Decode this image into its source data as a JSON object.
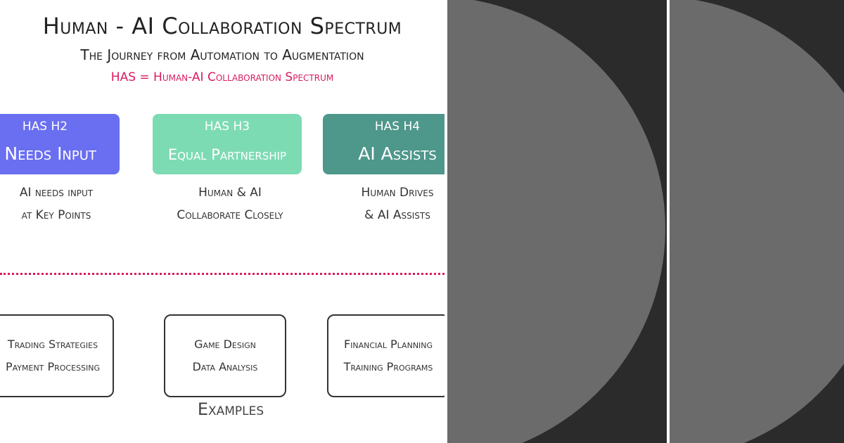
{
  "title": "Human - AI Collaboration Spectrum",
  "subtitle": "The Journey from Automation to Augmentation",
  "abbreviation": "HAS = Human-AI Collaboration Spectrum",
  "levels": [
    {
      "code": "HAS H2",
      "name": "I Needs Input",
      "desc_line1": "AI needs input",
      "desc_line2": "at Key Points",
      "color": "#6a6ef0"
    },
    {
      "code": "HAS H3",
      "name": "Equal Partnership",
      "desc_line1": "Human & AI",
      "desc_line2": "Collaborate Closely",
      "color": "#7ddbb4"
    },
    {
      "code": "HAS H4",
      "name": "AI Assists",
      "desc_line1": "Human Drives",
      "desc_line2": "& AI Assists",
      "color": "#4e978b"
    }
  ],
  "examples": [
    {
      "line1": "Trading Strategies",
      "line2": "Payment Processing"
    },
    {
      "line1": "Game Design",
      "line2": "Data Analysis"
    },
    {
      "line1": "Financial Planning",
      "line2": "Training Programs"
    }
  ],
  "examples_label": "Examples",
  "colors": {
    "accent": "#d81b60",
    "dark_panel": "#2b2b2b",
    "circle": "#6b6b6b"
  }
}
